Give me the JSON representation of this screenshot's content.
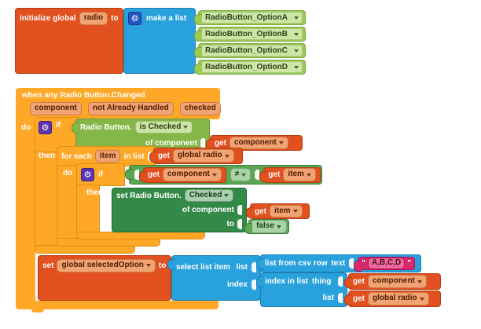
{
  "workspace": {
    "background": "#ffffff"
  },
  "colors": {
    "variables": "#E2501F",
    "lists": "#29A1DD",
    "control": "#FFA726",
    "logic": "#5BA554",
    "component_method": "#85B748",
    "component_setter": "#338A46",
    "component_selector": "#9CCB55",
    "text": "#D42A6E"
  },
  "icons": {
    "mutator_gear": "⚙"
  },
  "init_block": {
    "keyword": "initialize global",
    "variable": "radio",
    "to": "to",
    "make_a_list_label": "make a list",
    "options": [
      "RadioButton_OptionA",
      "RadioButton_OptionB",
      "RadioButton_OptionC",
      "RadioButton_OptionD"
    ]
  },
  "when_block": {
    "title": "when any Radio Button.Changed",
    "param_component": "component",
    "param_not_already_handled": "not Already Handled",
    "param_checked": "checked"
  },
  "labels": {
    "do": "do",
    "then": "then",
    "if": "if",
    "to": "to",
    "get": "get",
    "list": "list"
  },
  "is_checked_block": {
    "component": "Radio Button.",
    "method": "is Checked",
    "of_component": "of component"
  },
  "for_each_block": {
    "for_each": "for each",
    "item": "item",
    "in_list": "in list"
  },
  "compare_block": {
    "operator": "≠"
  },
  "set_checked_block": {
    "component": "set Radio Button.",
    "property": "Checked",
    "of_component": "of component"
  },
  "logic_false_block": {
    "value": "false"
  },
  "variables": {
    "component": "component",
    "item": "item",
    "global_radio": "global radio",
    "global_selected_option": "global selectedOption"
  },
  "set_block": {
    "set": "set",
    "to": "to"
  },
  "select_list_item_block": {
    "label": "select list item",
    "list": "list",
    "index": "index"
  },
  "csv_block": {
    "label": "list from csv row",
    "text": "text",
    "quote": "\"",
    "value": "A,B,C,D"
  },
  "index_in_list_block": {
    "label": "index in list",
    "thing": "thing",
    "list": "list"
  }
}
